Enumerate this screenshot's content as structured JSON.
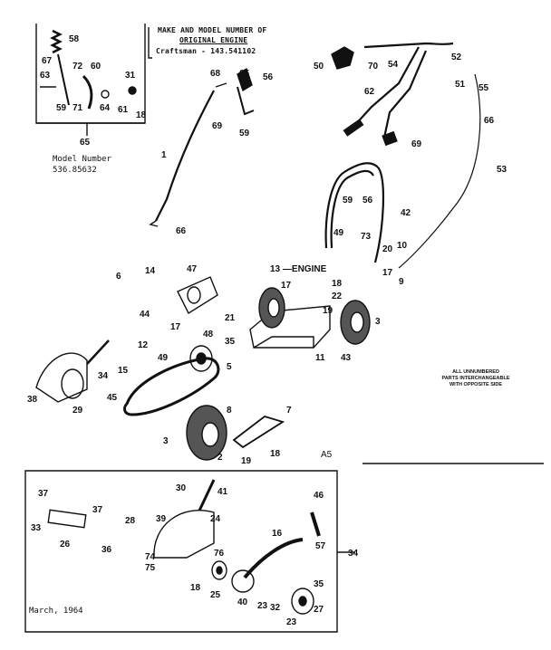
{
  "header": {
    "line1": "MAKE AND MODEL NUMBER OF",
    "line2": "ORIGINAL ENGINE",
    "line3": "Craftsman - 143.541102"
  },
  "model": {
    "label": "Model Number",
    "number": "536.85632"
  },
  "note": {
    "line1": "ALL UNNUMBERED",
    "line2": "PARTS INTERCHANGEABLE",
    "line3": "WITH OPPOSITE SIDE"
  },
  "engine_label": "13 —ENGINE",
  "section_mark": "A5",
  "date": "March, 1964",
  "part_numbers": [
    "1",
    "2",
    "3",
    "4",
    "5",
    "6",
    "7",
    "8",
    "9",
    "10",
    "11",
    "12",
    "14",
    "15",
    "16",
    "17",
    "18",
    "19",
    "20",
    "21",
    "22",
    "23",
    "24",
    "25",
    "26",
    "27",
    "28",
    "29",
    "30",
    "31",
    "32",
    "33",
    "34",
    "35",
    "36",
    "37",
    "38",
    "39",
    "40",
    "41",
    "42",
    "43",
    "44",
    "45",
    "46",
    "47",
    "48",
    "49",
    "50",
    "51",
    "52",
    "53",
    "54",
    "55",
    "56",
    "57",
    "58",
    "59",
    "60",
    "61",
    "62",
    "63",
    "64",
    "65",
    "66",
    "67",
    "68",
    "69",
    "70",
    "71",
    "72",
    "73",
    "74",
    "75",
    "76"
  ]
}
